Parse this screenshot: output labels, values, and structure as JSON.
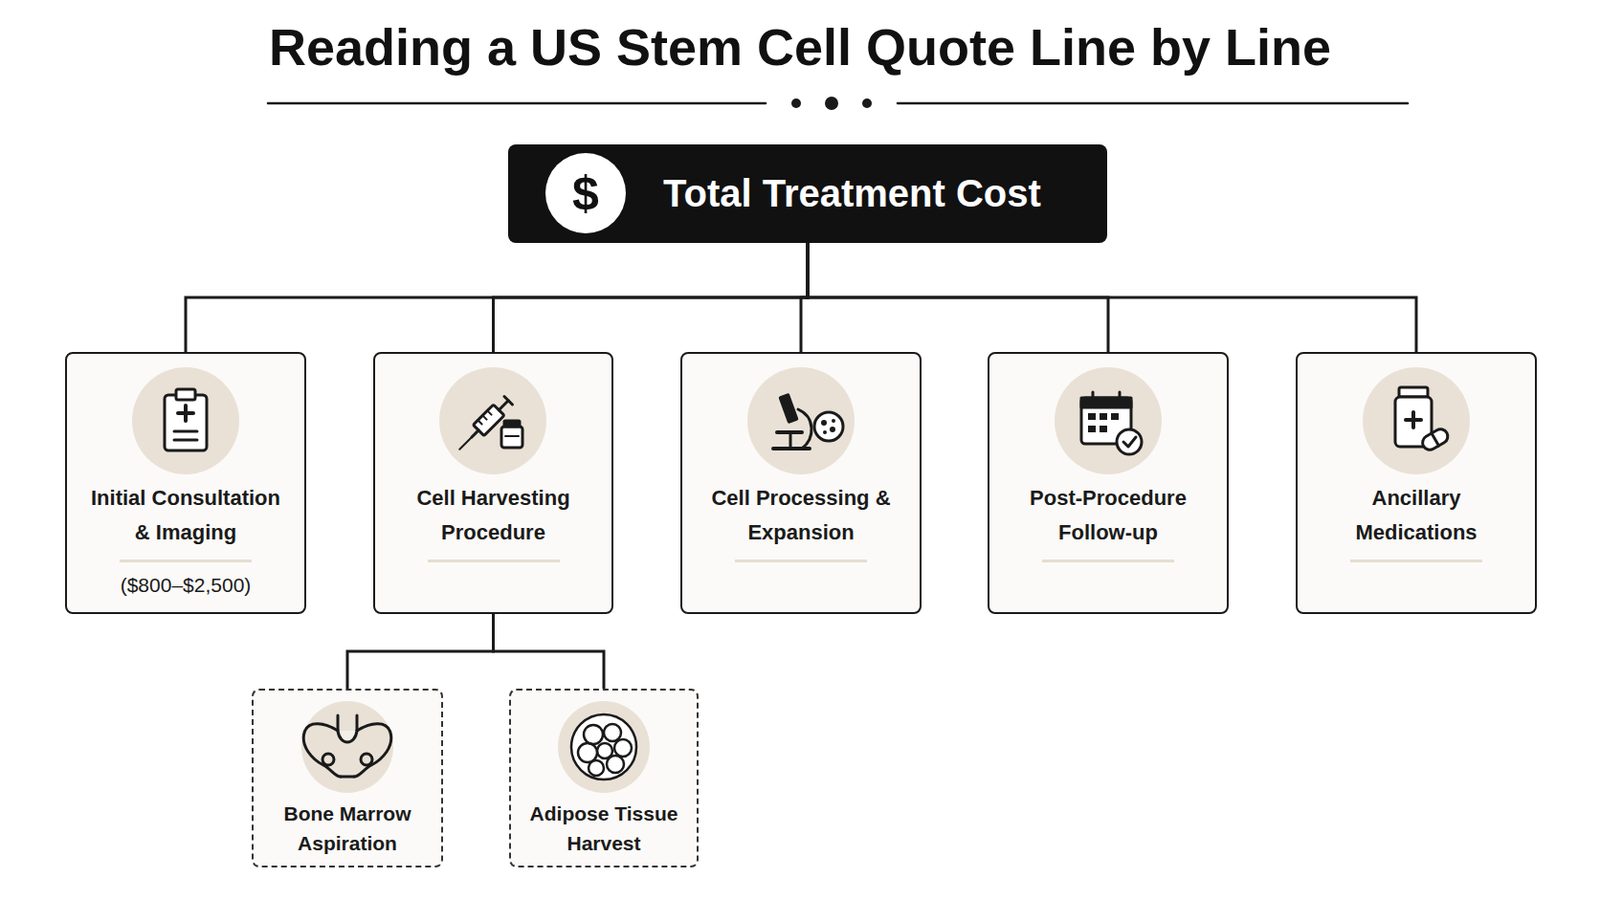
{
  "diagram": {
    "title": "Reading a US Stem Cell Quote Line by Line",
    "nodes": [
      {
        "text": [
          "Total Treatment Cost"
        ]
      },
      {
        "text": [
          "Initial Consultation & Imaging",
          "($800–$2,500)"
        ]
      },
      {
        "text": [
          "Cell Harvesting Procedure"
        ]
      },
      {
        "text": [
          "Cell Processing & Expansion"
        ]
      },
      {
        "text": [
          "Post-Procedure Follow-up"
        ]
      },
      {
        "text": [
          "Ancillary Medications"
        ]
      },
      {
        "text": [
          "Bone Marrow Aspiration"
        ]
      },
      {
        "text": [
          "Adipose Tissue Harvest"
        ]
      }
    ],
    "edges": [
      {
        "from": 0,
        "to": 1,
        "arrow": "none"
      },
      {
        "from": 0,
        "to": 2,
        "arrow": "none"
      },
      {
        "from": 0,
        "to": 3,
        "arrow": "none"
      },
      {
        "from": 0,
        "to": 4,
        "arrow": "none"
      },
      {
        "from": 0,
        "to": 5,
        "arrow": "none"
      },
      {
        "from": 2,
        "to": 6,
        "arrow": "none"
      },
      {
        "from": 2,
        "to": 7,
        "arrow": "none"
      }
    ],
    "labels": [
      "$"
    ]
  }
}
